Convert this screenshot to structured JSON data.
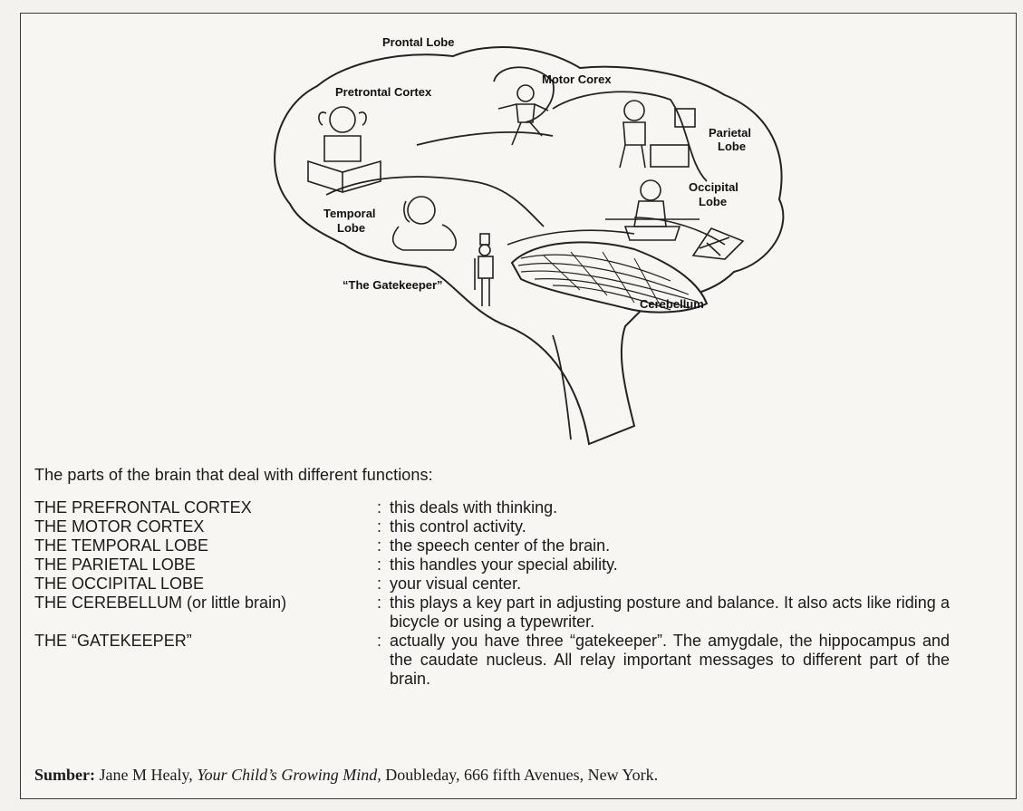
{
  "diagram": {
    "labels": {
      "frontal_lobe": "Prontal Lobe",
      "prefrontal_cortex": "Pretrontal Cortex",
      "motor_cortex": "Motor Corex",
      "parietal_lobe_line1": "Parietal",
      "parietal_lobe_line2": "Lobe",
      "occipital_lobe_line1": "Occipital",
      "occipital_lobe_line2": "Lobe",
      "temporal_lobe_line1": "Temporal",
      "temporal_lobe_line2": "Lobe",
      "gatekeeper": "“The Gatekeeper”",
      "cerebellum": "Cerebellum"
    }
  },
  "intro": "The parts of the brain that deal with different functions:",
  "parts": [
    {
      "term": "THE PREFRONTAL CORTEX",
      "colon": ":",
      "desc": "this deals with thinking."
    },
    {
      "term": "THE MOTOR CORTEX",
      "colon": ":",
      "desc": "this control activity."
    },
    {
      "term": "THE TEMPORAL LOBE",
      "colon": ":",
      "desc": "the speech center of the brain."
    },
    {
      "term": "THE PARIETAL LOBE",
      "colon": ":",
      "desc": "this handles your special ability."
    },
    {
      "term": "THE OCCIPITAL LOBE",
      "colon": ":",
      "desc": "your visual center."
    },
    {
      "term": "THE CEREBELLUM (or little brain)",
      "colon": ":",
      "desc": "this plays a key part in adjusting posture and balance. It also acts like riding a bicycle or using a typewriter."
    },
    {
      "term": "THE “GATEKEEPER”",
      "colon": ":",
      "desc": "actually you have three “gatekeeper”. The amygdale, the hippocampus and the caudate nucleus. All relay important messages to different part of the brain."
    }
  ],
  "source": {
    "label": "Sumber:",
    "author": "Jane M Healy,",
    "title": "Your Child’s Growing Mind,",
    "rest": "Doubleday, 666 fifth Avenues, New York."
  }
}
